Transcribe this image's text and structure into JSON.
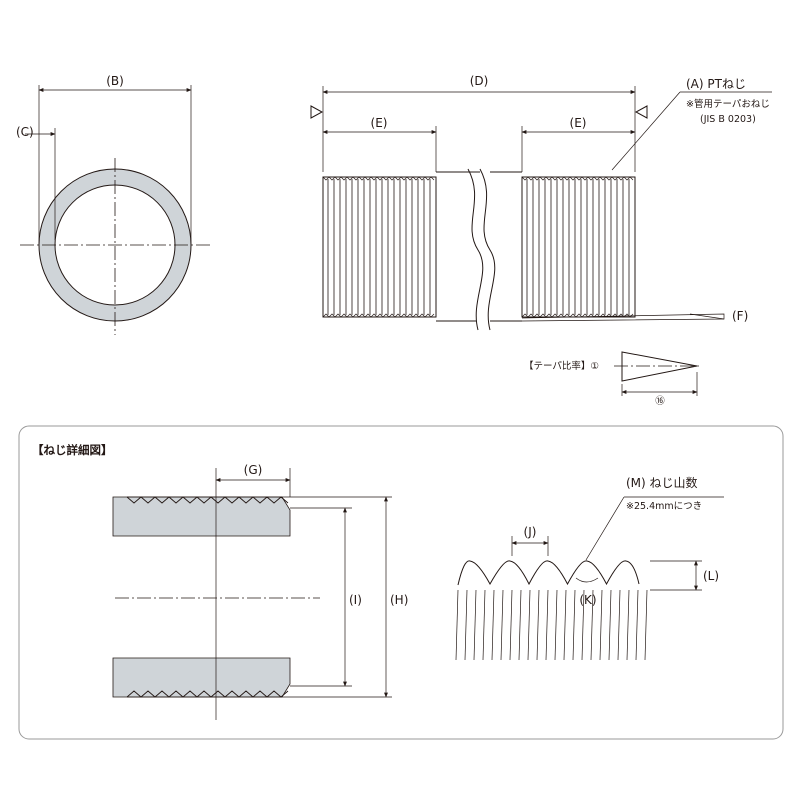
{
  "labels": {
    "B": "(B)",
    "C": "(C)",
    "D": "(D)",
    "E1": "(E)",
    "E2": "(E)",
    "A": "(A) PTねじ",
    "A_note1": "※管用テーパおねじ",
    "A_note2": "(JIS B 0203)",
    "F": "(F)",
    "taper": "【テーパ比率】①",
    "taper_16": "⑯",
    "detail_title": "【ねじ詳細図】",
    "G": "(G)",
    "I": "(I)",
    "H": "(H)",
    "M": "(M) ねじ山数",
    "M_note": "※25.4mmにつき",
    "J": "(J)",
    "K": "(K)",
    "L": "(L)"
  },
  "colors": {
    "line": "#231815",
    "pipe_fill": "#cfd4d8",
    "panel_border": "#9a9a9a"
  }
}
